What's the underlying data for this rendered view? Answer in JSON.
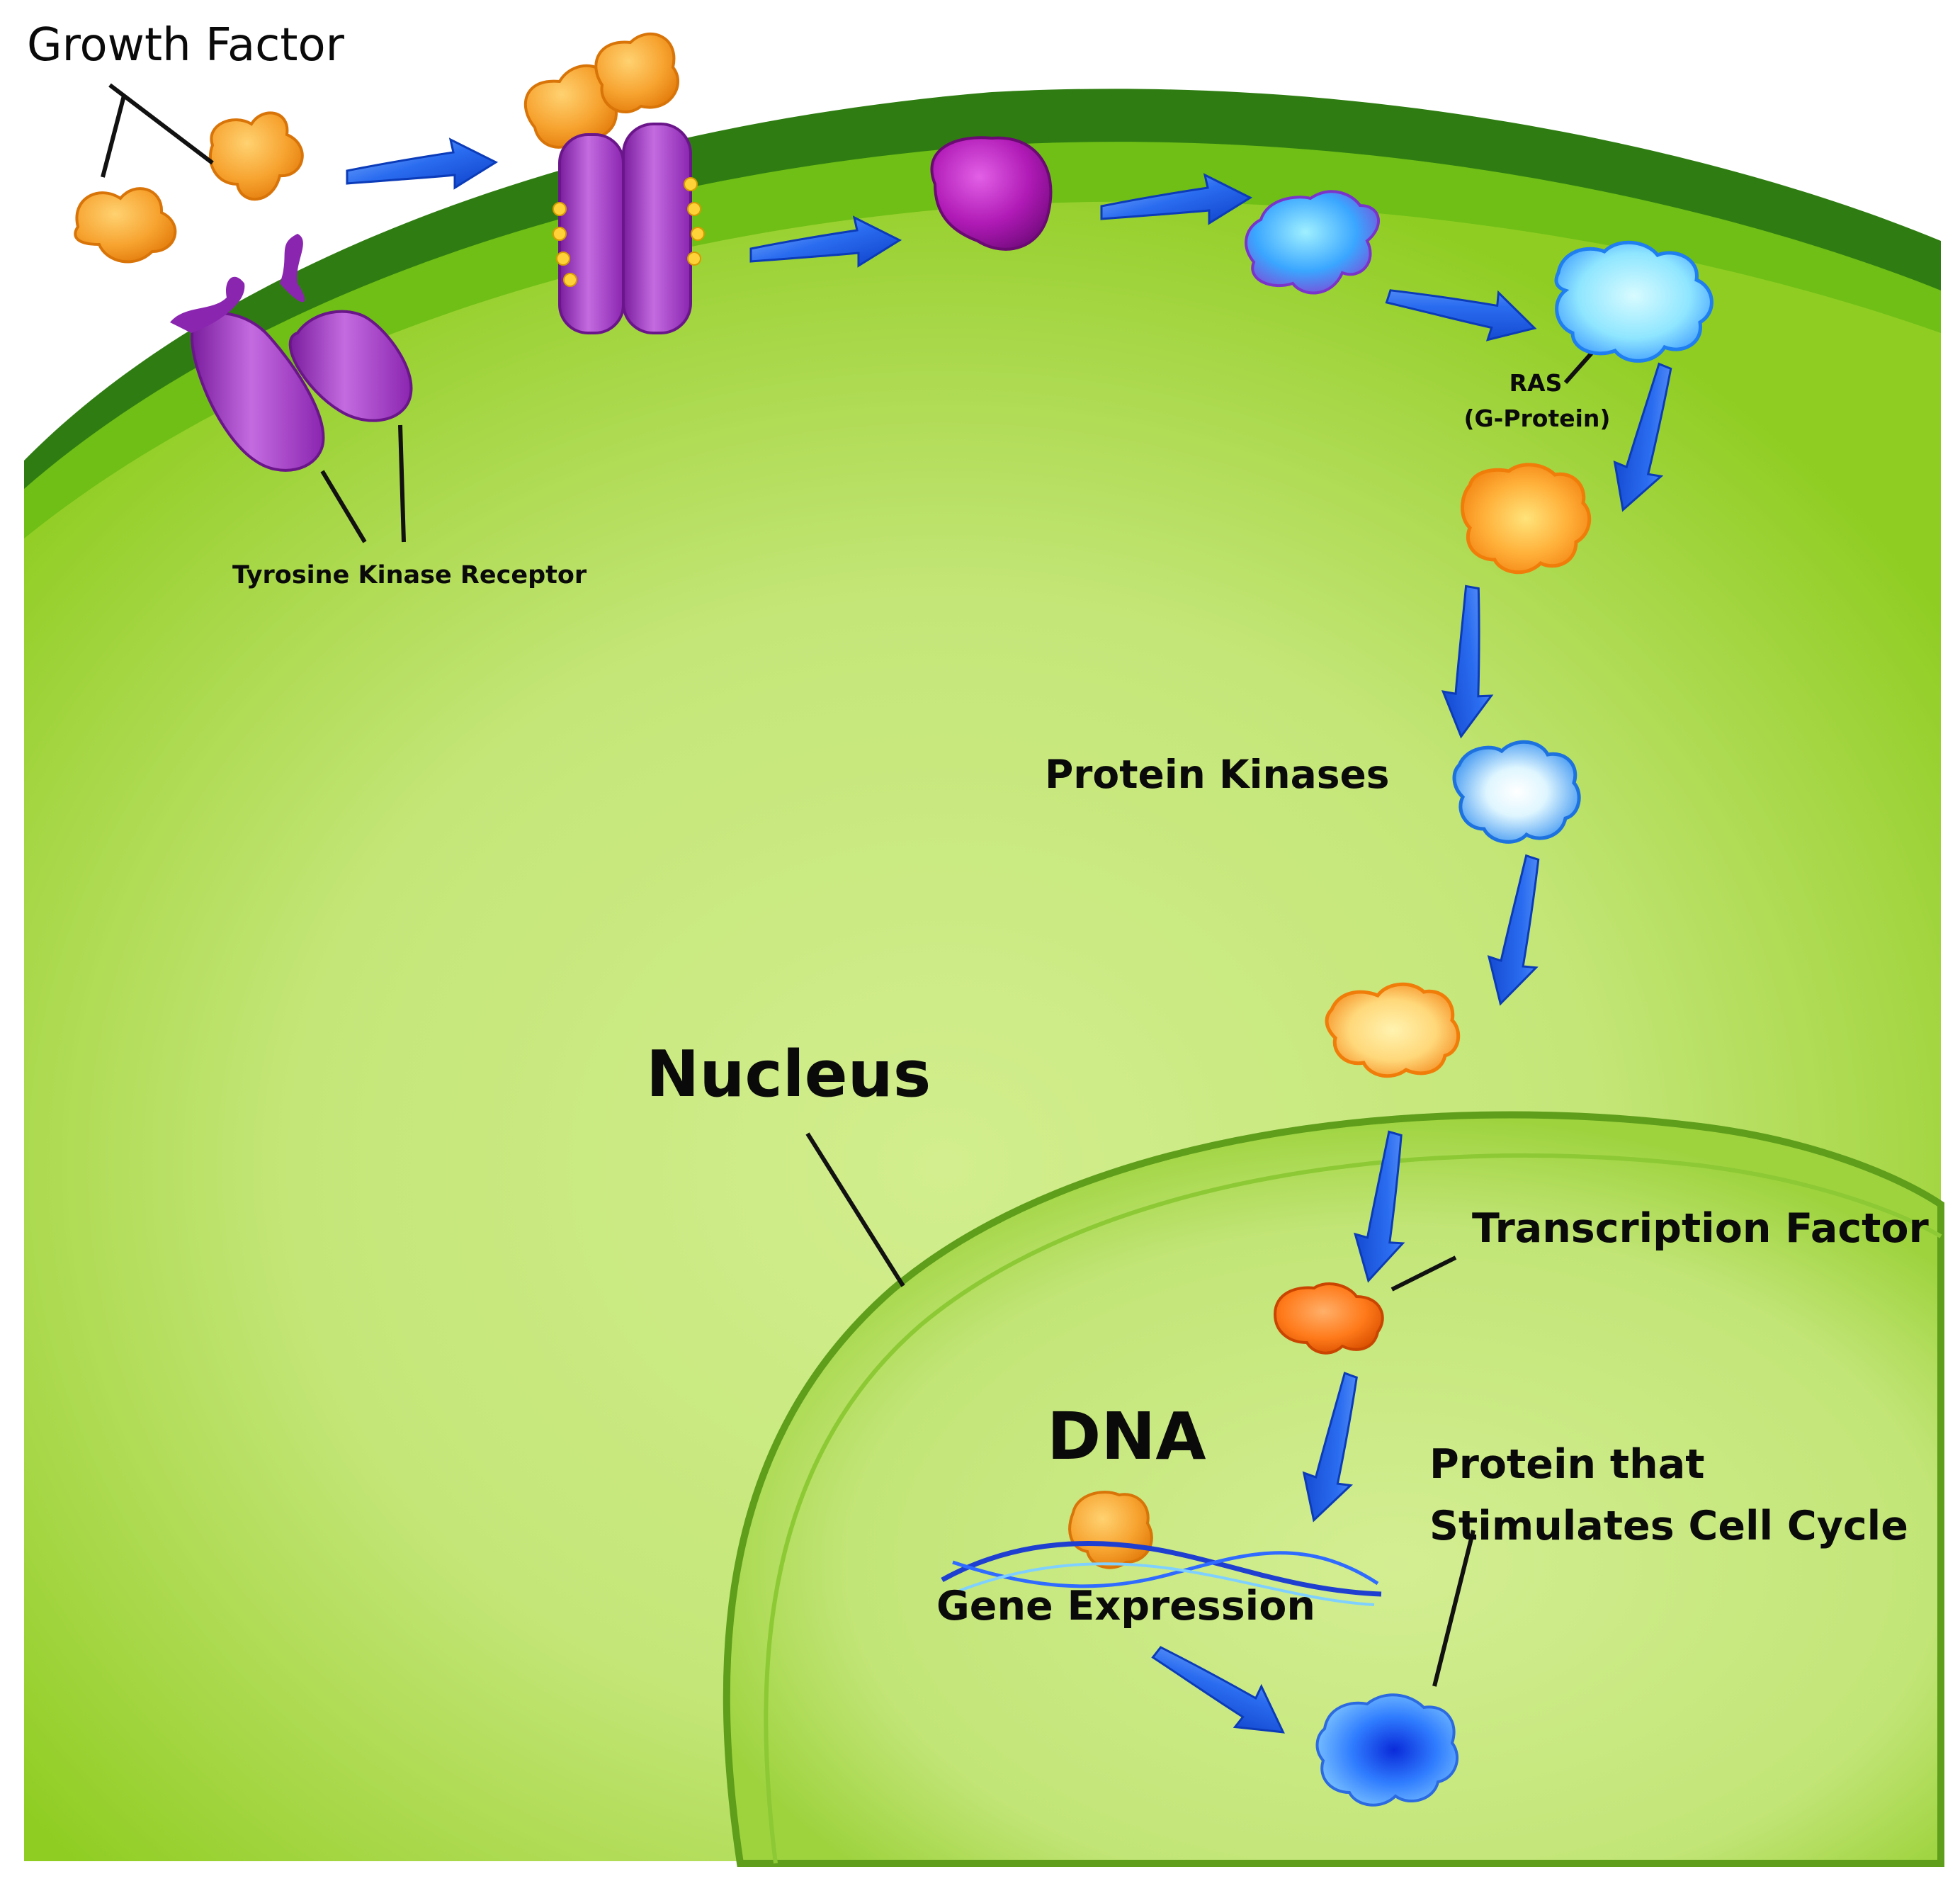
{
  "labels": {
    "growth_factor": "Growth Factor",
    "tyrosine_kinase_receptor": "Tyrosine Kinase Receptor",
    "ras": "RAS",
    "g_protein": "(G-Protein)",
    "protein_kinases": "Protein Kinases",
    "nucleus": "Nucleus",
    "transcription_factor": "Transcription Factor",
    "dna": "DNA",
    "gene_expression": "Gene Expression",
    "protein_stimulates_line1": "Protein that",
    "protein_stimulates_line2": "Stimulates Cell Cycle"
  },
  "colors": {
    "membrane_dark": "#2f7d12",
    "membrane_edge": "#1f5e0a",
    "cytoplasm_light": "#cdea86",
    "cytoplasm_mid": "#a9d84e",
    "cytoplasm_bright": "#8ed21c",
    "nucleus_line": "#5e9e1a",
    "receptor_purple": "#9b2fbf",
    "receptor_light": "#c46be0",
    "growth_factor_orange": "#f59a23",
    "growth_factor_light": "#ffc45a",
    "arrow_blue": "#1e5fe6",
    "arrow_light": "#7fb1ff",
    "protein_magenta": "#b01ab6",
    "protein_blue": "#3aa6ff",
    "protein_cyan": "#9ee9ff",
    "tf_orange": "#ff7a1a",
    "dna_blue": "#1f3fd0",
    "label_text": "#0a0a0a"
  }
}
